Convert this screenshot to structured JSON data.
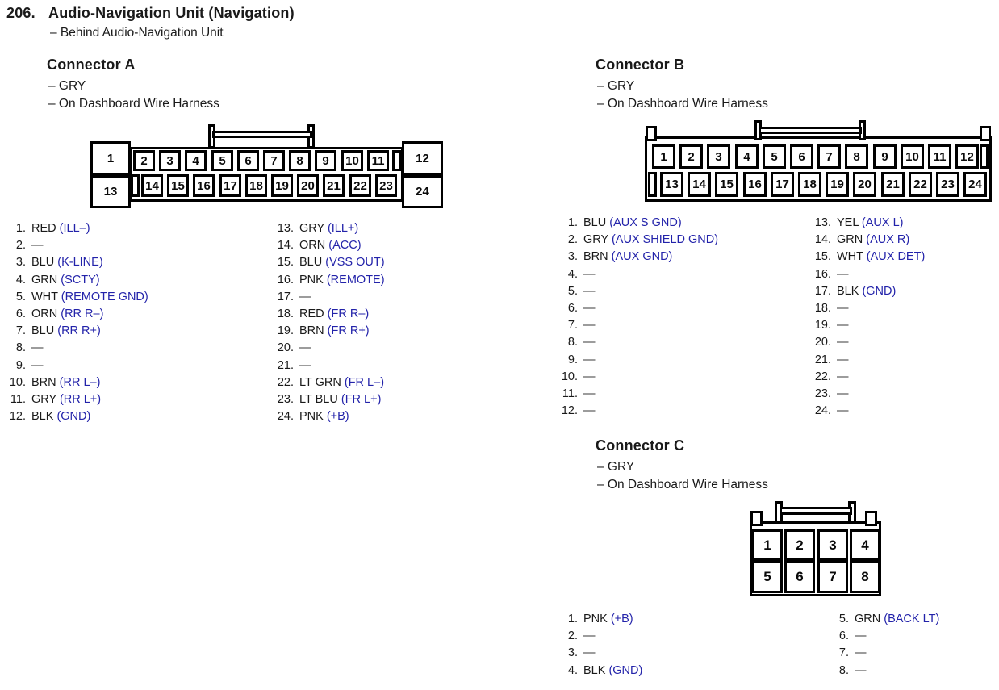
{
  "title": {
    "number": "206.",
    "text": "Audio-Navigation Unit (Navigation)",
    "location": "– Behind Audio-Navigation Unit"
  },
  "colors": {
    "signal_blue": "#2323aa",
    "ink": "#1a1a1a"
  },
  "connector_a": {
    "heading": "Connector A",
    "color_note": "– GRY",
    "harness_note": "– On Dashboard Wire Harness",
    "diagram": {
      "top_pins": [
        "1",
        "2",
        "3",
        "4",
        "5",
        "6",
        "7",
        "8",
        "9",
        "10",
        "11",
        "12"
      ],
      "bottom_pins": [
        "13",
        "14",
        "15",
        "16",
        "17",
        "18",
        "19",
        "20",
        "21",
        "22",
        "23",
        "24"
      ]
    },
    "list_left": [
      {
        "n": "1.",
        "wire": "RED",
        "sig": "(ILL–)"
      },
      {
        "n": "2.",
        "wire": "—",
        "sig": ""
      },
      {
        "n": "3.",
        "wire": "BLU",
        "sig": "(K-LINE)"
      },
      {
        "n": "4.",
        "wire": "GRN",
        "sig": "(SCTY)"
      },
      {
        "n": "5.",
        "wire": "WHT",
        "sig": "(REMOTE GND)"
      },
      {
        "n": "6.",
        "wire": "ORN",
        "sig": "(RR R–)"
      },
      {
        "n": "7.",
        "wire": "BLU",
        "sig": "(RR R+)"
      },
      {
        "n": "8.",
        "wire": "—",
        "sig": ""
      },
      {
        "n": "9.",
        "wire": "—",
        "sig": ""
      },
      {
        "n": "10.",
        "wire": "BRN",
        "sig": "(RR L–)"
      },
      {
        "n": "11.",
        "wire": "GRY",
        "sig": "(RR L+)"
      },
      {
        "n": "12.",
        "wire": "BLK",
        "sig": "(GND)"
      }
    ],
    "list_right": [
      {
        "n": "13.",
        "wire": "GRY",
        "sig": "(ILL+)"
      },
      {
        "n": "14.",
        "wire": "ORN",
        "sig": "(ACC)"
      },
      {
        "n": "15.",
        "wire": "BLU",
        "sig": "(VSS OUT)"
      },
      {
        "n": "16.",
        "wire": "PNK",
        "sig": "(REMOTE)"
      },
      {
        "n": "17.",
        "wire": "—",
        "sig": ""
      },
      {
        "n": "18.",
        "wire": "RED",
        "sig": "(FR R–)"
      },
      {
        "n": "19.",
        "wire": "BRN",
        "sig": "(FR R+)"
      },
      {
        "n": "20.",
        "wire": "—",
        "sig": ""
      },
      {
        "n": "21.",
        "wire": "—",
        "sig": ""
      },
      {
        "n": "22.",
        "wire": "LT GRN",
        "sig": "(FR L–)"
      },
      {
        "n": "23.",
        "wire": "LT BLU",
        "sig": "(FR L+)"
      },
      {
        "n": "24.",
        "wire": "PNK",
        "sig": "(+B)"
      }
    ]
  },
  "connector_b": {
    "heading": "Connector B",
    "color_note": "– GRY",
    "harness_note": "– On Dashboard Wire Harness",
    "diagram": {
      "top_pins": [
        "1",
        "2",
        "3",
        "4",
        "5",
        "6",
        "7",
        "8",
        "9",
        "10",
        "11",
        "12"
      ],
      "bottom_pins": [
        "13",
        "14",
        "15",
        "16",
        "17",
        "18",
        "19",
        "20",
        "21",
        "22",
        "23",
        "24"
      ]
    },
    "list_left": [
      {
        "n": "1.",
        "wire": "BLU",
        "sig": "(AUX S GND)"
      },
      {
        "n": "2.",
        "wire": "GRY",
        "sig": "(AUX SHIELD GND)"
      },
      {
        "n": "3.",
        "wire": "BRN",
        "sig": "(AUX GND)"
      },
      {
        "n": "4.",
        "wire": "—",
        "sig": ""
      },
      {
        "n": "5.",
        "wire": "—",
        "sig": ""
      },
      {
        "n": "6.",
        "wire": "—",
        "sig": ""
      },
      {
        "n": "7.",
        "wire": "—",
        "sig": ""
      },
      {
        "n": "8.",
        "wire": "—",
        "sig": ""
      },
      {
        "n": "9.",
        "wire": "—",
        "sig": ""
      },
      {
        "n": "10.",
        "wire": "—",
        "sig": ""
      },
      {
        "n": "11.",
        "wire": "—",
        "sig": ""
      },
      {
        "n": "12.",
        "wire": "—",
        "sig": ""
      }
    ],
    "list_right": [
      {
        "n": "13.",
        "wire": "YEL",
        "sig": "(AUX L)"
      },
      {
        "n": "14.",
        "wire": "GRN",
        "sig": "(AUX R)"
      },
      {
        "n": "15.",
        "wire": "WHT",
        "sig": "(AUX DET)"
      },
      {
        "n": "16.",
        "wire": "—",
        "sig": ""
      },
      {
        "n": "17.",
        "wire": "BLK",
        "sig": "(GND)"
      },
      {
        "n": "18.",
        "wire": "—",
        "sig": ""
      },
      {
        "n": "19.",
        "wire": "—",
        "sig": ""
      },
      {
        "n": "20.",
        "wire": "—",
        "sig": ""
      },
      {
        "n": "21.",
        "wire": "—",
        "sig": ""
      },
      {
        "n": "22.",
        "wire": "—",
        "sig": ""
      },
      {
        "n": "23.",
        "wire": "—",
        "sig": ""
      },
      {
        "n": "24.",
        "wire": "—",
        "sig": ""
      }
    ]
  },
  "connector_c": {
    "heading": "Connector C",
    "color_note": "– GRY",
    "harness_note": "– On Dashboard Wire Harness",
    "diagram": {
      "top_pins": [
        "1",
        "2",
        "3",
        "4"
      ],
      "bottom_pins": [
        "5",
        "6",
        "7",
        "8"
      ]
    },
    "list_left": [
      {
        "n": "1.",
        "wire": "PNK",
        "sig": "(+B)"
      },
      {
        "n": "2.",
        "wire": "—",
        "sig": ""
      },
      {
        "n": "3.",
        "wire": "—",
        "sig": ""
      },
      {
        "n": "4.",
        "wire": "BLK",
        "sig": "(GND)"
      }
    ],
    "list_right": [
      {
        "n": "5.",
        "wire": "GRN",
        "sig": "(BACK LT)"
      },
      {
        "n": "6.",
        "wire": "—",
        "sig": ""
      },
      {
        "n": "7.",
        "wire": "—",
        "sig": ""
      },
      {
        "n": "8.",
        "wire": "—",
        "sig": ""
      }
    ]
  }
}
